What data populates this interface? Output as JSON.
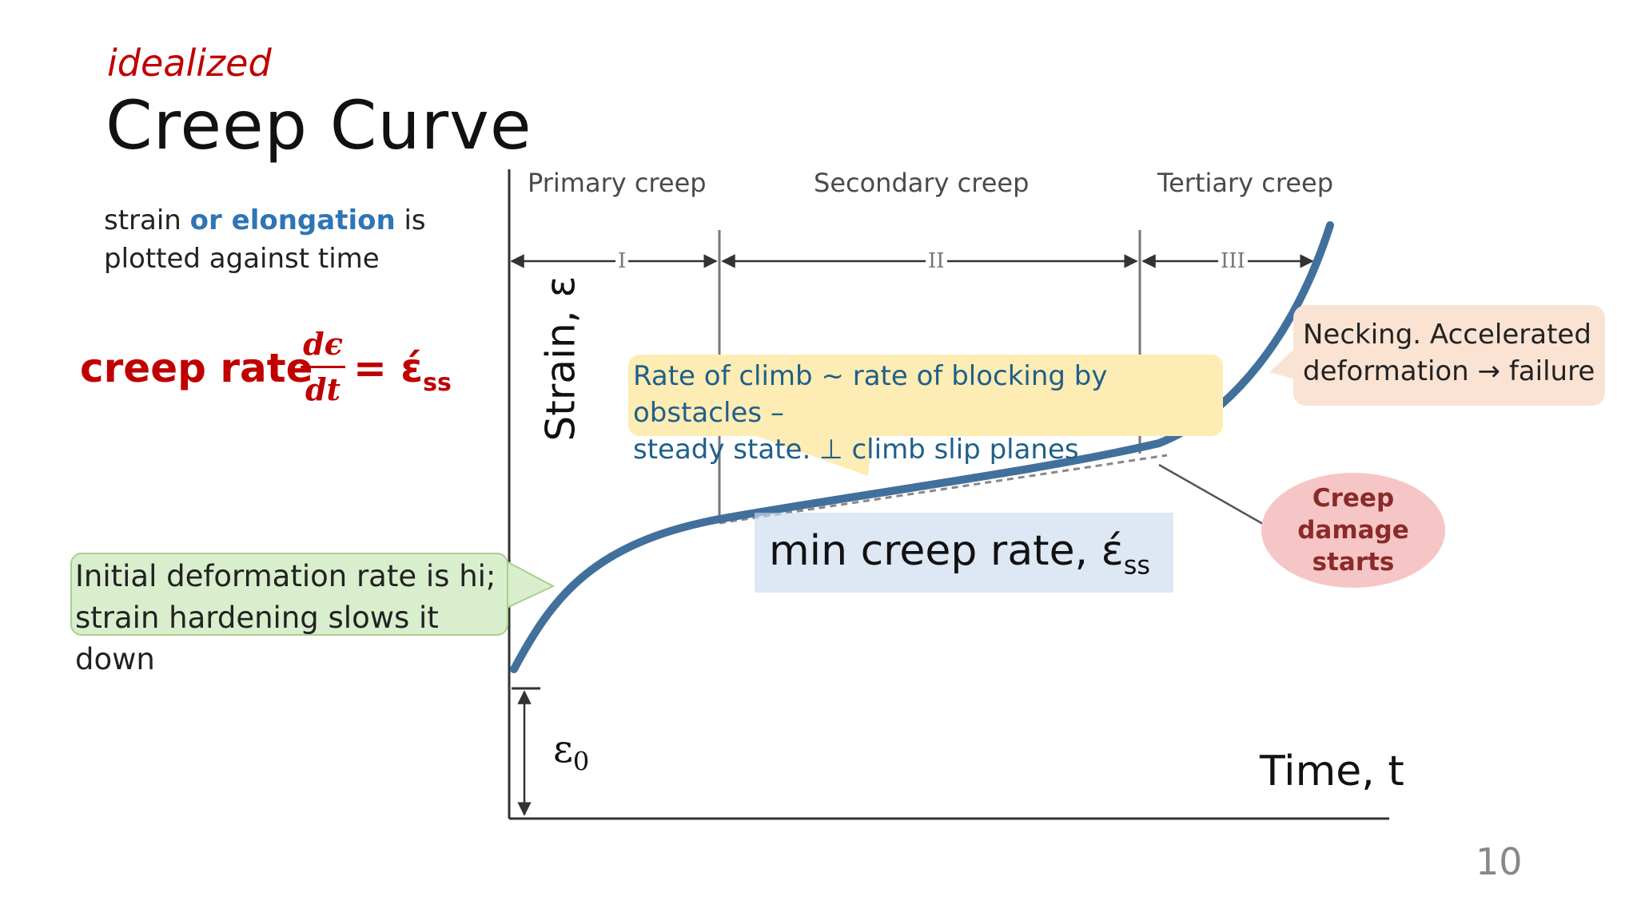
{
  "slide": {
    "subtitle": "idealized",
    "title": "Creep Curve",
    "page_number": "10"
  },
  "description": {
    "part1": "strain ",
    "highlight": "or elongation",
    "part2": " is",
    "line2": "plotted against time"
  },
  "formula": {
    "label": "creep rate",
    "numerator": "dϵ",
    "denominator": "dt",
    "equals": "= έ",
    "subscript": "ss"
  },
  "diagram": {
    "phases": [
      {
        "name": "Primary creep",
        "numeral": "I"
      },
      {
        "name": "Secondary creep",
        "numeral": "II"
      },
      {
        "name": "Tertiary creep",
        "numeral": "III"
      }
    ],
    "y_axis_label": "Strain, ε",
    "x_axis_label": "Time, t",
    "initial_strain_symbol": "ε",
    "initial_strain_subscript": "0",
    "curve_color": "#41709c"
  },
  "callouts": {
    "primary": {
      "line1": "Initial deformation rate is hi;",
      "line2": "strain hardening slows it down"
    },
    "secondary": {
      "line1": "Rate  of climb ~ rate of blocking by obstacles –",
      "line2": "steady state. ⊥  climb slip planes"
    },
    "tertiary": {
      "line1": "Necking. Accelerated",
      "line2": "deformation → failure"
    },
    "min_rate": {
      "text": "min creep rate, έ",
      "subscript": "ss"
    },
    "damage": {
      "line1": "Creep damage",
      "line2": "starts"
    }
  }
}
